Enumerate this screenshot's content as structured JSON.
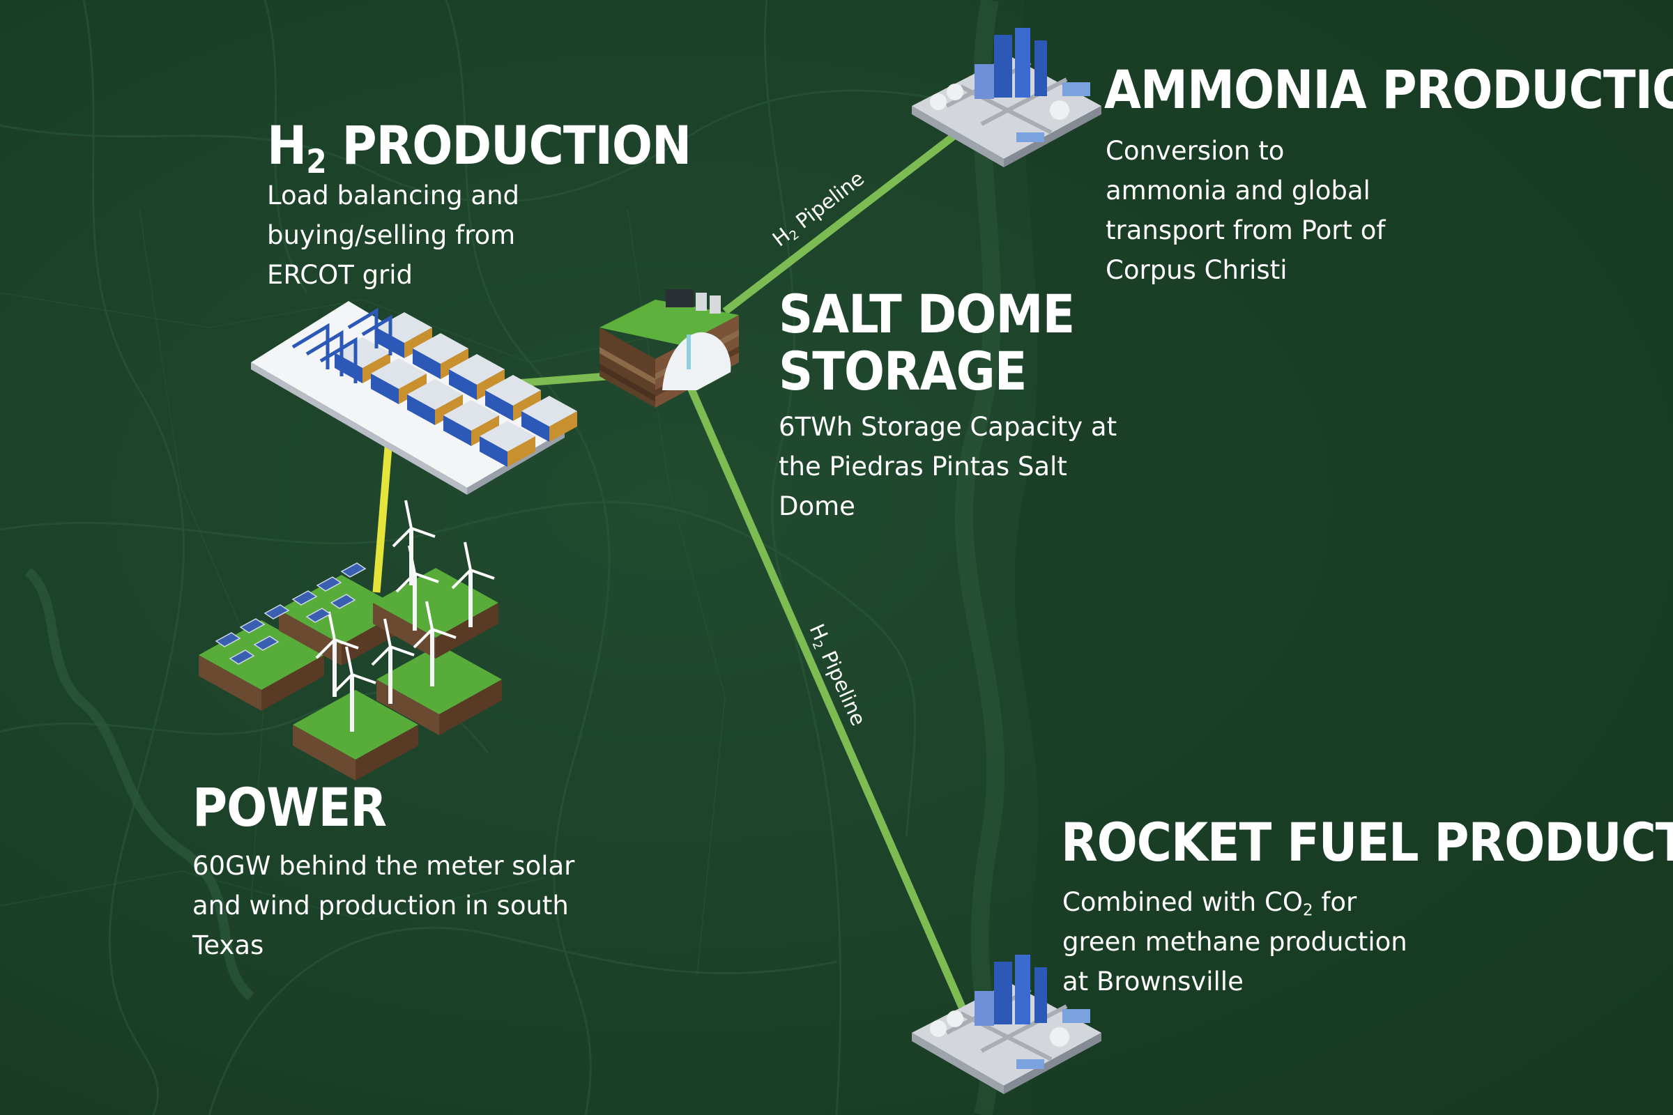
{
  "colors": {
    "background": "#1c4129",
    "pipeline": "#7dbb53",
    "power_line": "#e5e43a",
    "text": "#ffffff",
    "grass": "#58ad3a",
    "soil": "#6b4a32",
    "equipment_blue": "#2c58b8"
  },
  "nodes": {
    "h2": {
      "title_a": "H",
      "title_sub": "2",
      "title_b": " PRODUCTION",
      "desc": [
        "Load balancing and",
        "buying/selling from",
        "ERCOT grid"
      ],
      "icon": "electrolyzer-plant-icon"
    },
    "ammonia": {
      "title": "AMMONIA PRODUCTION",
      "desc": [
        "Conversion to",
        "ammonia and global",
        "transport from Port of",
        "Corpus Christi"
      ],
      "icon": "chemical-plant-icon"
    },
    "salt": {
      "title": [
        "SALT DOME",
        "STORAGE"
      ],
      "desc": [
        "6TWh Storage Capacity at",
        "the Piedras Pintas Salt",
        "Dome"
      ],
      "icon": "salt-dome-cavern-icon"
    },
    "power": {
      "title": "POWER",
      "desc": [
        "60GW behind the meter solar",
        "and wind production in south",
        "Texas"
      ],
      "icon": "solar-wind-farm-icon"
    },
    "rocket": {
      "title": "ROCKET FUEL PRODUCTION",
      "desc_1a": "Combined with CO",
      "desc_1sub": "2",
      "desc_1b": " for",
      "desc_2": "green methane production",
      "desc_3": "at Brownsville",
      "icon": "chemical-plant-icon"
    }
  },
  "pipelines": {
    "upper": {
      "a": "H",
      "sub": "2",
      "b": " Pipeline"
    },
    "lower": {
      "a": "H",
      "sub": "2",
      "b": " Pipeline"
    }
  }
}
